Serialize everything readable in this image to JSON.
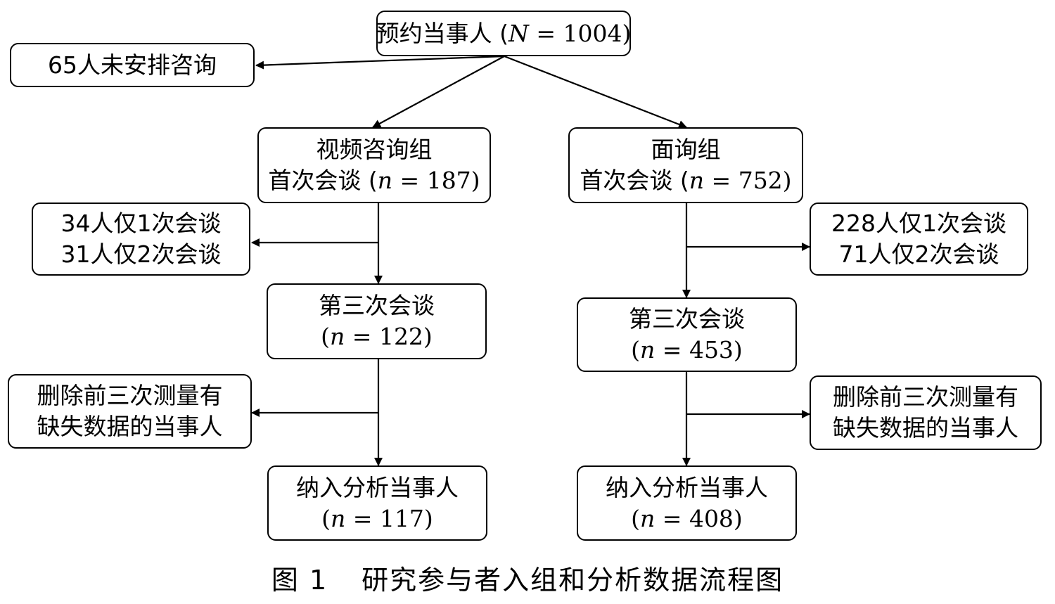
{
  "diagram": {
    "nodes": {
      "enrolled": {
        "prefix": "预约当事人 (",
        "var": "N",
        "suffix": " = 1004)"
      },
      "unscheduled": {
        "text": "65人未安排咨询"
      },
      "video_group": {
        "line1": "视频咨询组",
        "line2_prefix": "首次会谈 (",
        "var": "n",
        "line2_suffix": " = 187)"
      },
      "inperson_group": {
        "line1": "面询组",
        "line2_prefix": "首次会谈 (",
        "var": "n",
        "line2_suffix": " = 752)"
      },
      "video_dropout": {
        "line1": "34人仅1次会谈",
        "line2": "31人仅2次会谈"
      },
      "inperson_dropout": {
        "line1": "228人仅1次会谈",
        "line2": "71人仅2次会谈"
      },
      "video_third": {
        "line1": "第三次会谈",
        "line2_prefix": "(",
        "var": "n",
        "line2_suffix": " = 122)"
      },
      "inperson_third": {
        "line1": "第三次会谈",
        "line2_prefix": "(",
        "var": "n",
        "line2_suffix": " = 453)"
      },
      "video_missing": {
        "line1": "删除前三次测量有",
        "line2": "缺失数据的当事人"
      },
      "inperson_missing": {
        "line1": "删除前三次测量有",
        "line2": "缺失数据的当事人"
      },
      "video_analyzed": {
        "line1": "纳入分析当事人",
        "line2_prefix": "(",
        "var": "n",
        "line2_suffix": " = 117)"
      },
      "inperson_analyzed": {
        "line1": "纳入分析当事人",
        "line2_prefix": "(",
        "var": "n",
        "line2_suffix": " = 408)"
      }
    },
    "edges": [
      {
        "from": "enrolled",
        "to": "unscheduled"
      },
      {
        "from": "enrolled",
        "to": "video_group"
      },
      {
        "from": "enrolled",
        "to": "inperson_group"
      },
      {
        "from": "video_group",
        "to": "video_dropout"
      },
      {
        "from": "video_group",
        "to": "video_third"
      },
      {
        "from": "inperson_group",
        "to": "inperson_dropout"
      },
      {
        "from": "inperson_group",
        "to": "inperson_third"
      },
      {
        "from": "video_third",
        "to": "video_missing"
      },
      {
        "from": "video_third",
        "to": "video_analyzed"
      },
      {
        "from": "inperson_third",
        "to": "inperson_missing"
      },
      {
        "from": "inperson_third",
        "to": "inperson_analyzed"
      }
    ],
    "line_color": "#000000"
  },
  "caption": {
    "label": "图 1",
    "text": "研究参与者入组和分析数据流程图"
  }
}
